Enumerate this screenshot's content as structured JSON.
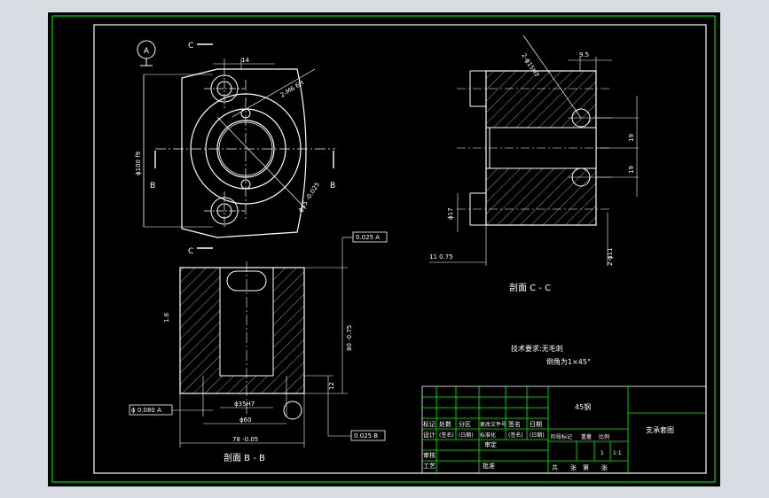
{
  "drawing": {
    "colors": {
      "background": "#000000",
      "frame": "#ffffff",
      "outer_border": "#00ff00",
      "dimension": "#ffffff",
      "title_block": "#00ff00",
      "text": "#ffffff"
    },
    "view_top": {
      "section_mark_c": "C",
      "section_mark_b": "B",
      "datum": "A",
      "dim_14": "14",
      "dim_holes": "2-M6 6H",
      "dim_bolt_circle": "ϕ100 f9",
      "dim_bore": "ϕ45 -0.025"
    },
    "view_section_cc": {
      "title": "剖面 C - C",
      "dim_holes": "2-ϕ15H7",
      "dim_95": "9.5",
      "dim_19a": "19",
      "dim_19b": "19",
      "dim_phi17": "ϕ17",
      "dim_left": "11 0.75",
      "dim_phi11": "2-ϕ11"
    },
    "view_section_bb": {
      "title": "剖面 B - B",
      "tol_top": "0.025 A",
      "tol_bottom": "0.025 B",
      "tol_left": "ϕ 0.080 A",
      "dim_height": "80 -0.75",
      "dim_12": "12",
      "dim_bore": "ϕ35H7",
      "dim_60": "ϕ60",
      "dim_78": "78 -0.05",
      "roughness": "1.6"
    },
    "notes": {
      "title": "技术要求:无毛刺",
      "line1": "倒角为1×45°"
    },
    "title_block": {
      "material": "45钢",
      "part_name": "支承套图",
      "labels_row1": [
        "标记",
        "处数",
        "分区",
        "更改文件号",
        "签名",
        "日期"
      ],
      "labels_row2": [
        "设计",
        "(签名)",
        "(日期)",
        "标准化",
        "(签名)",
        "(日期)"
      ],
      "labels_stage": [
        "阶段标记",
        "重量",
        "比例"
      ],
      "scale": "1:1",
      "quantity": "1",
      "labels_people": [
        "审核",
        "工艺",
        "批准"
      ],
      "approve": "审定",
      "sheets": "共　　张　第　　张"
    }
  }
}
